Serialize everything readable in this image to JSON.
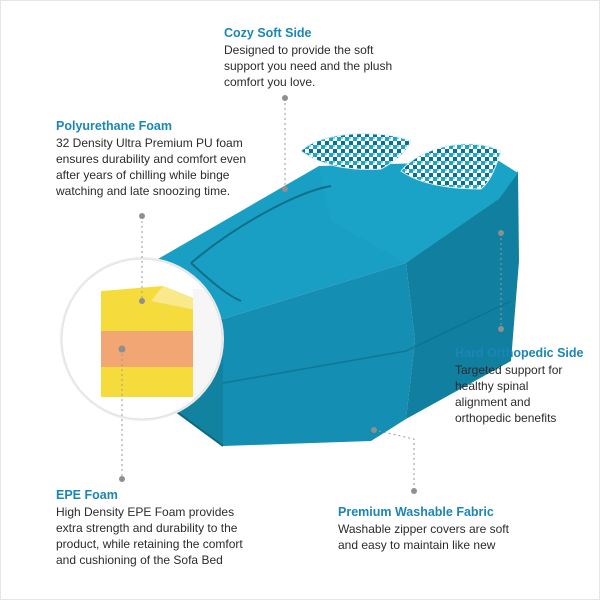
{
  "callouts": {
    "cozy": {
      "title": "Cozy Soft Side",
      "lines": [
        "Designed to provide the soft",
        "support you need and the plush",
        "comfort you love."
      ]
    },
    "pu": {
      "title": "Polyurethane Foam",
      "lines": [
        "32 Density Ultra Premium PU foam",
        "ensures durability and comfort even",
        "after years of chilling while binge",
        "watching and late snoozing time."
      ]
    },
    "ortho": {
      "title": "Hard Orthopedic Side",
      "lines": [
        "Targeted support for",
        "healthy spinal",
        "alignment and",
        "orthopedic benefits"
      ]
    },
    "epe": {
      "title": "EPE Foam",
      "lines": [
        "High Density EPE Foam provides",
        "extra strength and durability to the",
        "product, while retaining the comfort",
        "and cushioning of the Sofa Bed"
      ]
    },
    "fabric": {
      "title": "Premium Washable Fabric",
      "lines": [
        "Washable zipper covers are soft",
        "and easy to maintain like new"
      ]
    }
  },
  "colors": {
    "heading": "#1a86b6",
    "body_text": "#2b2b2b",
    "fabric_teal": "#1598bd",
    "pu_foam_yellow": "#f5dc3c",
    "epe_foam_orange": "#f2a673",
    "pointer_gray": "#8f8f8f",
    "pillow_teal": "#1ba6c8"
  }
}
